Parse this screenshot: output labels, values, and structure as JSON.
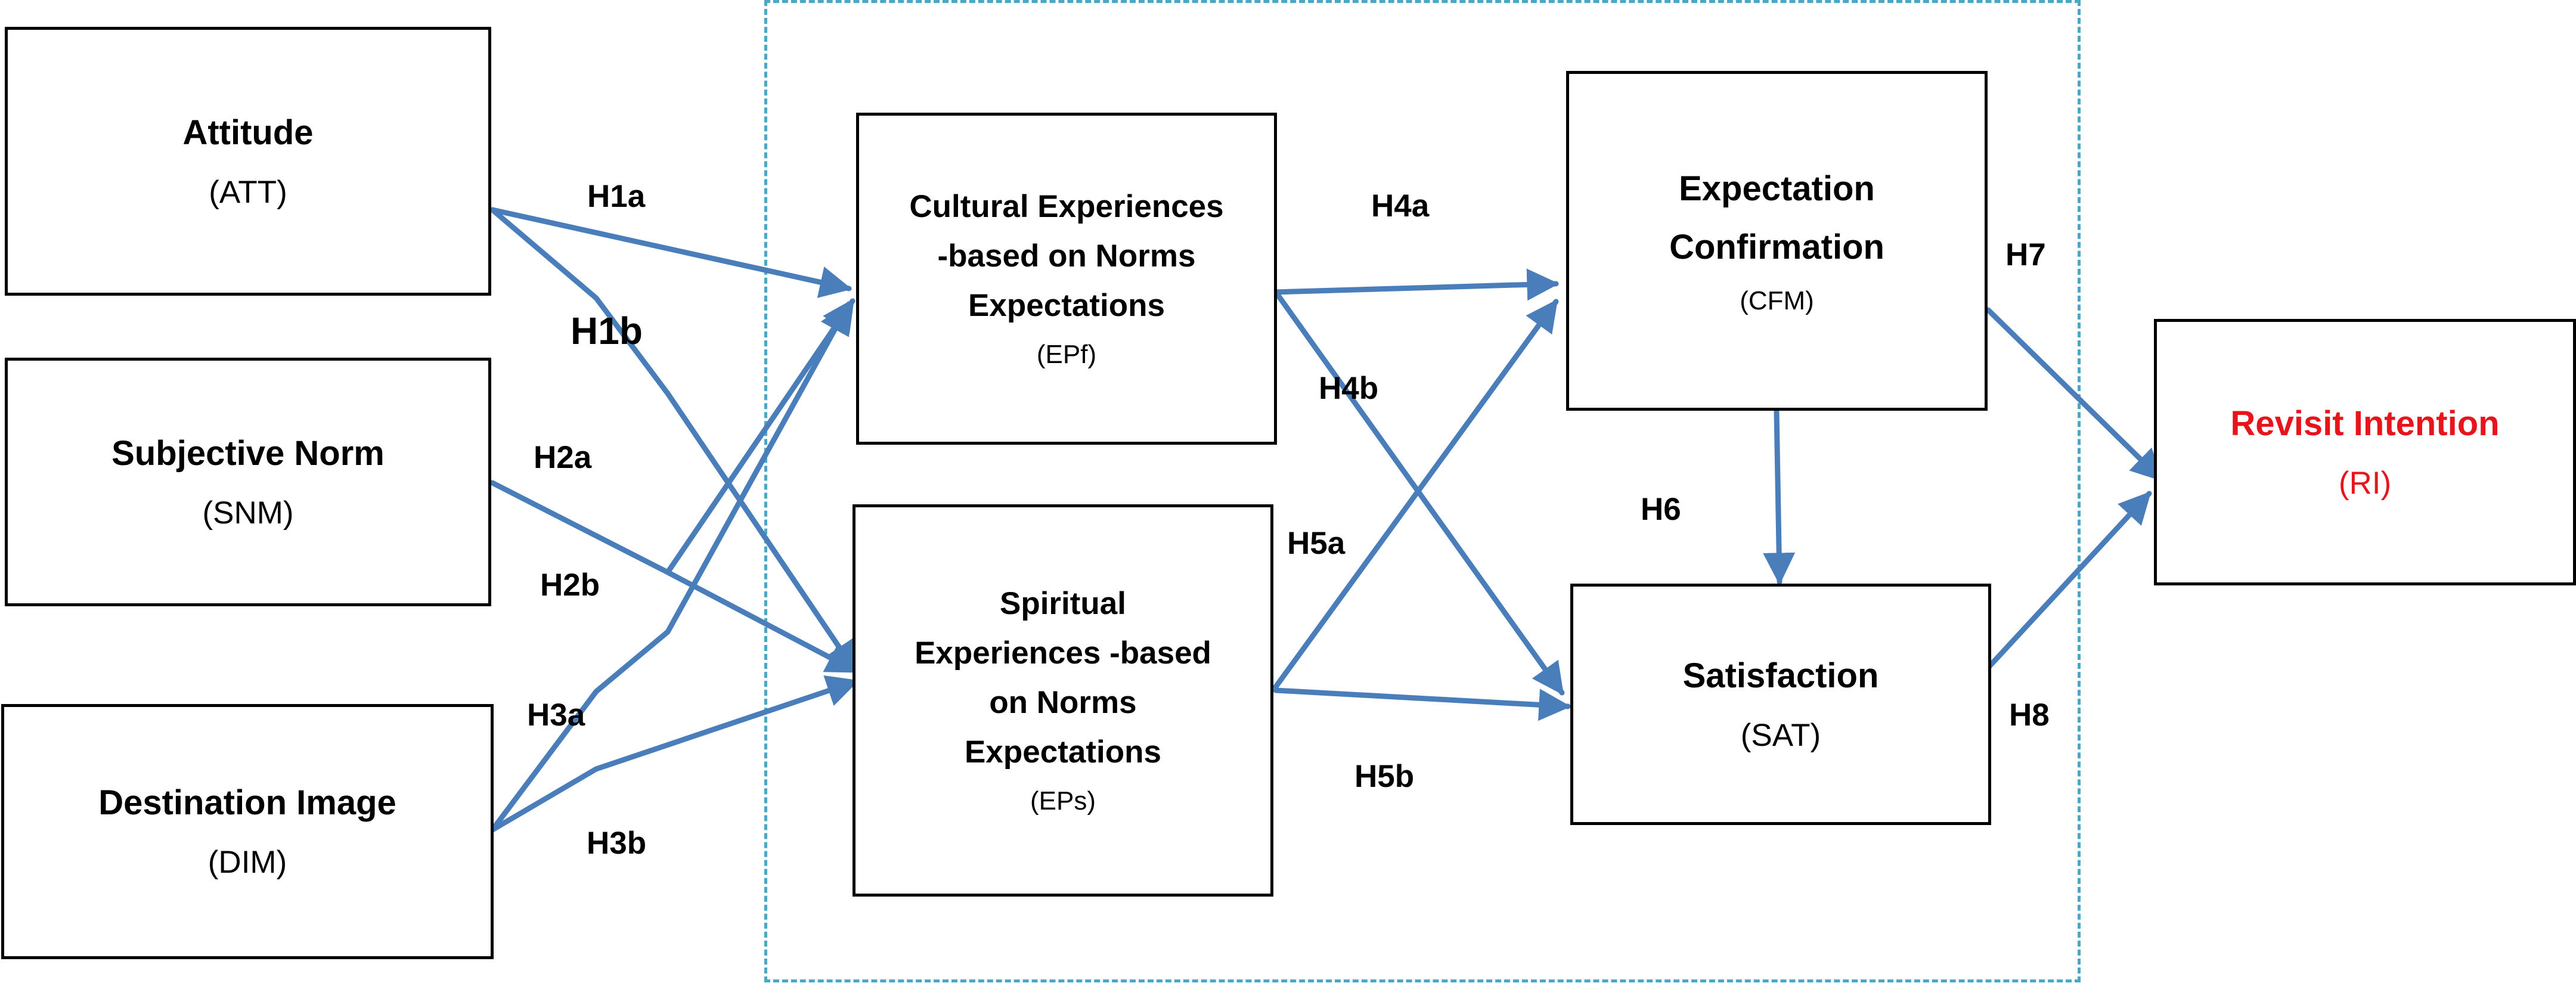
{
  "constructs": {
    "att": {
      "name": "Attitude",
      "code": "(ATT)"
    },
    "snm": {
      "name": "Subjective Norm",
      "code": "(SNM)"
    },
    "dim": {
      "name": "Destination Image",
      "code": "(DIM)"
    },
    "epf": {
      "name": "Cultural Experiences\n-based on Norms\nExpectations",
      "code": "(EPf)"
    },
    "eps": {
      "name": "Spiritual\nExperiences -based\non Norms\nExpectations",
      "code": "(EPs)"
    },
    "cfm": {
      "name": "Expectation\nConfirmation",
      "code": "(CFM)"
    },
    "sat": {
      "name": "Satisfaction",
      "code": "(SAT)"
    },
    "ri": {
      "name": "Revisit Intention",
      "code": "(RI)"
    }
  },
  "hypotheses": {
    "h1a": "H1a",
    "h1b": "H1b",
    "h2a": "H2a",
    "h2b": "H2b",
    "h3a": "H3a",
    "h3b": "H3b",
    "h4a": "H4a",
    "h4b": "H4b",
    "h5a": "H5a",
    "h5b": "H5b",
    "h6": "H6",
    "h7": "H7",
    "h8": "H8"
  },
  "colors": {
    "arrow": "#4a7ebb",
    "frame": "#4aa7c5",
    "highlight": "#e8141c",
    "border": "#000000"
  }
}
